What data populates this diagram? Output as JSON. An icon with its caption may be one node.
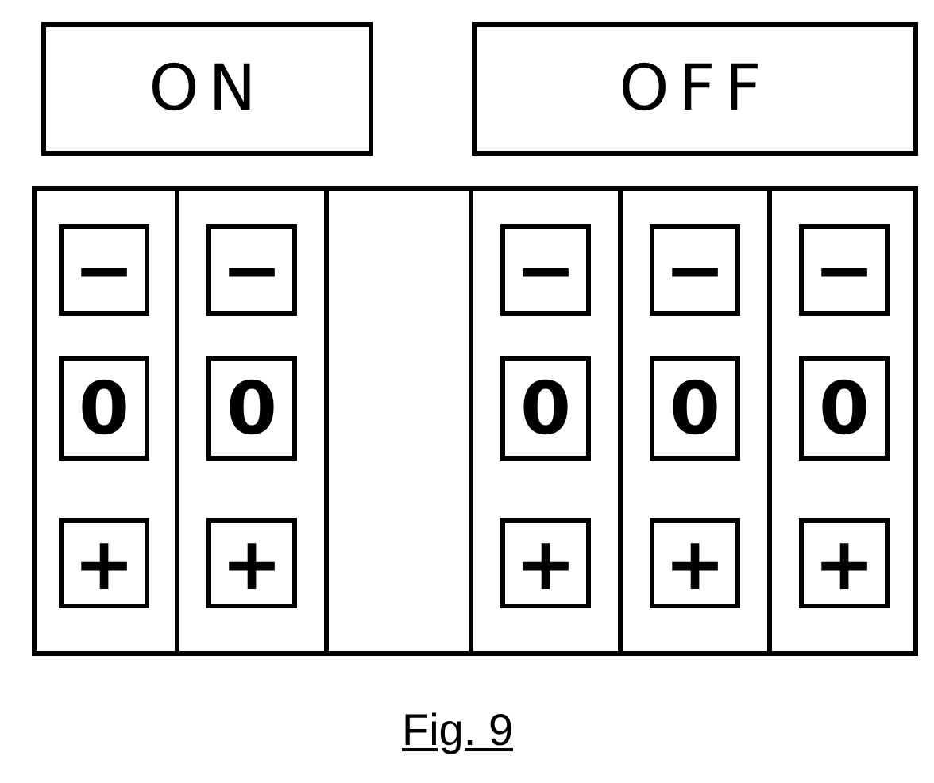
{
  "diagram": {
    "caption": "Fig. 9",
    "nodes": [
      {
        "text": [
          "ON"
        ]
      },
      {
        "text": [
          "OFF"
        ]
      },
      {
        "text": [],
        "shape": "box"
      },
      {
        "text": [],
        "shape": "box",
        "in": 2
      },
      {
        "text": [
          "−"
        ],
        "in": 3
      },
      {
        "text": [
          "0"
        ],
        "in": 3
      },
      {
        "text": [
          "+"
        ],
        "in": 3
      },
      {
        "text": [],
        "shape": "box",
        "in": 2
      },
      {
        "text": [
          "−"
        ],
        "in": 7
      },
      {
        "text": [
          "0"
        ],
        "in": 7
      },
      {
        "text": [
          "+"
        ],
        "in": 7
      },
      {
        "text": [],
        "shape": "box",
        "in": 2
      },
      {
        "text": [],
        "shape": "box",
        "in": 2
      },
      {
        "text": [
          "−"
        ],
        "in": 12
      },
      {
        "text": [
          "0"
        ],
        "in": 12
      },
      {
        "text": [
          "+"
        ],
        "in": 12
      },
      {
        "text": [],
        "shape": "box",
        "in": 2
      },
      {
        "text": [
          "−"
        ],
        "in": 16
      },
      {
        "text": [
          "0"
        ],
        "in": 16
      },
      {
        "text": [
          "+"
        ],
        "in": 16
      },
      {
        "text": [],
        "shape": "box",
        "in": 2
      },
      {
        "text": [
          "−"
        ],
        "in": 20
      },
      {
        "text": [
          "0"
        ],
        "in": 20
      },
      {
        "text": [
          "+"
        ],
        "in": 20
      }
    ],
    "edges": []
  }
}
